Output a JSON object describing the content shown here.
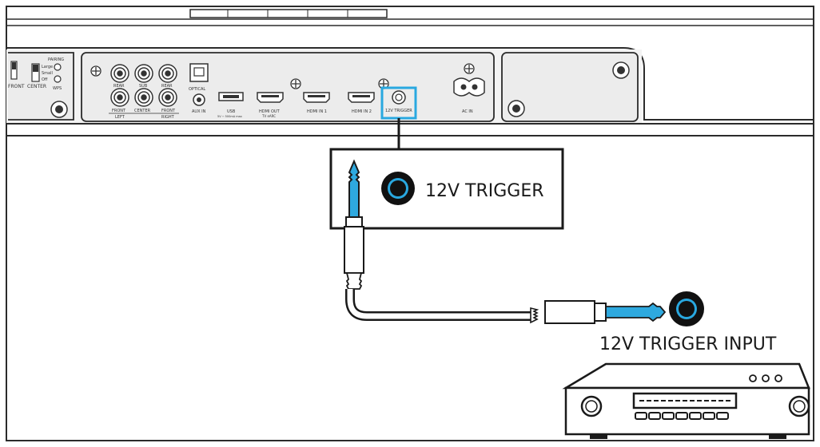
{
  "colors": {
    "outline": "#2b2b2b",
    "panel_fill": "#f3f3f3",
    "highlight": "#29a8e0",
    "cable_blue": "#2ea9df",
    "port_ring": "#29a8e0"
  },
  "panel": {
    "switch_front": "FRONT",
    "switch_center": "CENTER",
    "switch_opts": [
      "Large",
      "Small",
      "Off"
    ],
    "pairing": "PAIRING",
    "wps": "WPS",
    "rca_top": [
      "REAR",
      "SUB",
      "REAR"
    ],
    "rca_bottom": [
      "FRONT",
      "CENTER",
      "FRONT"
    ],
    "rca_left": "LEFT",
    "rca_right": "RIGHT",
    "optical": "OPTICAL",
    "aux_in": "AUX IN",
    "usb": "USB",
    "usb_sub": "5V ⎓ 500mA max",
    "hdmi_out": "HDMI OUT",
    "hdmi_out_sub": "TV eARC",
    "hdmi_in1": "HDMI IN 1",
    "hdmi_in2": "HDMI IN 2",
    "trigger_port": "12V TRIGGER",
    "ac_in": "AC IN"
  },
  "callout": {
    "label": "12V TRIGGER",
    "icons": [
      "plug-icon",
      "jack-icon"
    ]
  },
  "receiver": {
    "input_label": "12V TRIGGER INPUT"
  }
}
